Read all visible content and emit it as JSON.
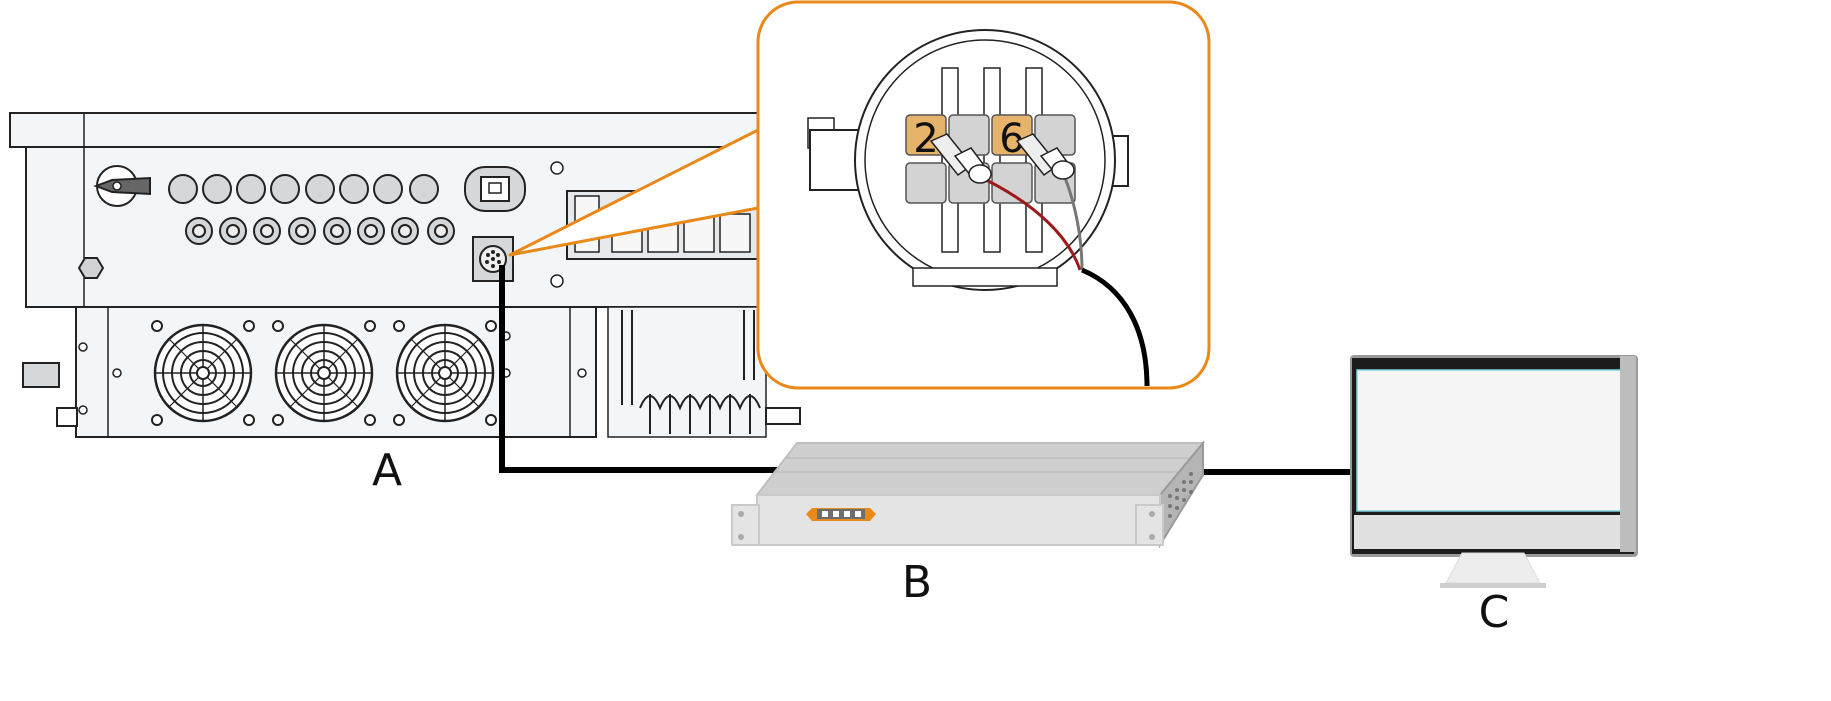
{
  "labels": {
    "a": "A",
    "b": "B",
    "c": "C"
  },
  "connector_pins": {
    "pin_left": "2",
    "pin_right": "6"
  },
  "colors": {
    "callout_border": "#e8891a",
    "pin_highlight": "#e6b36a",
    "cable": "#000000",
    "wire_red": "#9b1b1b",
    "wire_gray": "#777777",
    "switch_accent": "#e8891a",
    "device_body": "#f3f6f9",
    "outline": "#222222"
  }
}
